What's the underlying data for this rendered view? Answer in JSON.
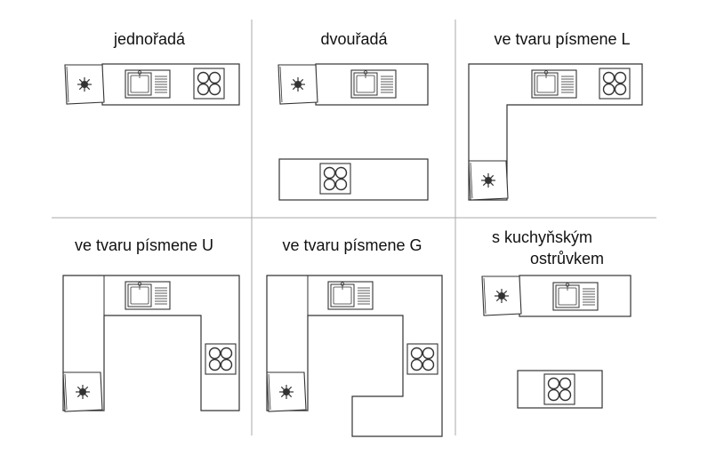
{
  "layouts": [
    {
      "id": "single-row",
      "label": "jednořadá"
    },
    {
      "id": "double-row",
      "label": "dvouřadá"
    },
    {
      "id": "l-shape",
      "label": "ve tvaru písmene L"
    },
    {
      "id": "u-shape",
      "label": "ve tvaru písmene U"
    },
    {
      "id": "g-shape",
      "label": "ve tvaru písmene G"
    },
    {
      "id": "island",
      "label_line1": "s kuchyňským",
      "label_line2": "ostrůvkem"
    }
  ],
  "icons": [
    "sink-icon",
    "cooktop-icon",
    "corner-carousel-icon"
  ]
}
